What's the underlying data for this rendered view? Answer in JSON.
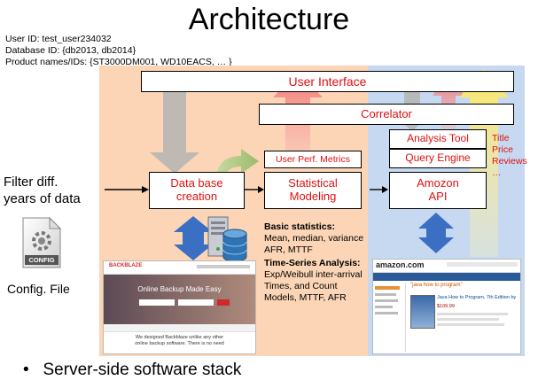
{
  "title": "Architecture",
  "meta": {
    "user_id": "User ID: test_user234032",
    "database_id": "Database ID: {db2013, db2014}",
    "product_ids": "Product names/IDs: {ST3000DM001, WD10EACS, … }"
  },
  "left": {
    "filter_line1": "Filter diff.",
    "filter_line2": "years of data",
    "config_icon_label": "CONFIG",
    "config_caption": "Config. File"
  },
  "boxes": {
    "user_interface": "User Interface",
    "correlator": "Correlator",
    "analysis_tool": "Analysis Tool",
    "query_engine": "Query Engine",
    "user_perf_metrics": "User Perf. Metrics",
    "database_creation_line1": "Data base",
    "database_creation_line2": "creation",
    "statistical_modeling_line1": "Statistical",
    "statistical_modeling_line2": "Modeling",
    "amazon_api_line1": "Amozon",
    "amazon_api_line2": "API"
  },
  "side_labels": [
    "Title",
    "Price",
    "Reviews",
    "…"
  ],
  "stats": {
    "basic_heading": "Basic statistics:",
    "basic_line1": "Mean, median, variance",
    "basic_line2": "AFR, MTTF",
    "ts_heading": "Time-Series Analysis:",
    "ts_line1": "Exp/Weibull inter-arrival",
    "ts_line2": "Times, and Count",
    "ts_line3": "Models, MTTF, AFR"
  },
  "backblaze": {
    "logo": "BACKBLAZE",
    "headline": "Online Backup Made Easy",
    "body_line1": "We designed Backblaze unlike any other",
    "body_line2": "online backup software. There is no need"
  },
  "amazon": {
    "logo": "amazon.com",
    "search_value": "\"java how to program\"",
    "product_title": "Java How to Program, 7th Edition by",
    "price": "$109.99"
  },
  "bullet": "Server-side software stack",
  "colors": {
    "orange_panel": "#fbd5b5",
    "blue_panel": "#c6d9f1",
    "accent_red": "#e01010",
    "arrow_blue": "#3a6fc4",
    "arrow_gray": "#b0b0b0"
  }
}
